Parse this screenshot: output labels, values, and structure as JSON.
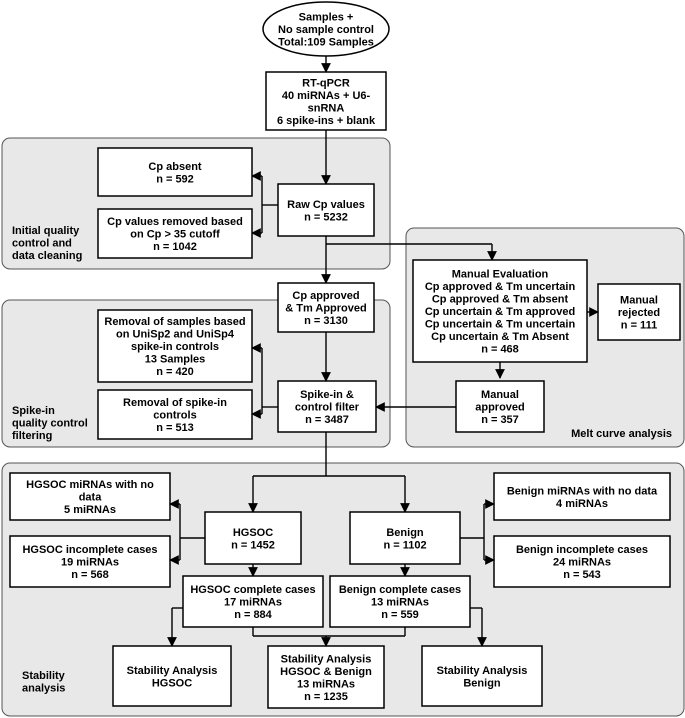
{
  "nodes": {
    "samples": [
      "Samples +",
      "No sample control",
      "Total:109 Samples"
    ],
    "rtqpcr": [
      "RT-qPCR",
      "40 miRNAs + U6-",
      "snRNA",
      "6 spike-ins + blank"
    ],
    "cp_absent": [
      "Cp absent",
      "n = 592"
    ],
    "cp_removed": [
      "Cp values removed based",
      "on Cp > 35 cutoff",
      "n = 1042"
    ],
    "raw_cp": [
      "Raw Cp values",
      "n = 5232"
    ],
    "manual_eval": [
      "Manual Evaluation",
      "Cp approved & Tm uncertain",
      "Cp approved & Tm absent",
      "Cp uncertain & Tm approved",
      "Cp uncertain & Tm uncertain",
      "Cp uncertain & Tm Absent",
      "n = 468"
    ],
    "manual_rejected": [
      "Manual",
      "rejected",
      "n = 111"
    ],
    "cp_approved": [
      "Cp approved",
      "& Tm Approved",
      "n = 3130"
    ],
    "removal_samples": [
      "Removal of samples based",
      "on UniSp2 and UniSp4",
      "spike-in controls",
      "13 Samples",
      "n = 420"
    ],
    "manual_approved": [
      "Manual",
      "approved",
      "n = 357"
    ],
    "removal_spike": [
      "Removal of spike-in",
      "controls",
      "n = 513"
    ],
    "spike_filter": [
      "Spike-in  &",
      "control filter",
      "n = 3487"
    ],
    "hgsoc_nodata": [
      "HGSOC miRNAs with no",
      "data",
      "5 miRNAs"
    ],
    "benign_nodata": [
      "Benign miRNAs with no data",
      "4 miRNAs"
    ],
    "hgsoc": [
      "HGSOC",
      "n = 1452"
    ],
    "benign": [
      "Benign",
      "n = 1102"
    ],
    "hgsoc_incomplete": [
      "HGSOC incomplete cases",
      "19 miRNAs",
      "n = 568"
    ],
    "benign_incomplete": [
      "Benign incomplete cases",
      "24 miRNAs",
      "n = 543"
    ],
    "hgsoc_complete": [
      "HGSOC complete cases",
      "17 miRNAs",
      "n = 884"
    ],
    "benign_complete": [
      "Benign complete cases",
      "13 miRNAs",
      "n = 559"
    ],
    "stab_hgsoc": [
      "Stability Analysis",
      "HGSOC"
    ],
    "stab_both": [
      "Stability Analysis",
      "HGSOC & Benign",
      "13 miRNAs",
      "n = 1235"
    ],
    "stab_benign": [
      "Stability Analysis",
      "Benign"
    ]
  },
  "regions": {
    "initial_qc": [
      "Initial quality",
      "control and",
      "data cleaning"
    ],
    "melt_curve": [
      "Melt curve analysis"
    ],
    "spike_qc": [
      "Spike-in",
      "quality control",
      "filtering"
    ],
    "stability": [
      "Stability",
      "analysis"
    ]
  },
  "colors": {
    "region_fill": "#e8e8e8",
    "box_fill": "#ffffff",
    "stroke": "#000000"
  }
}
